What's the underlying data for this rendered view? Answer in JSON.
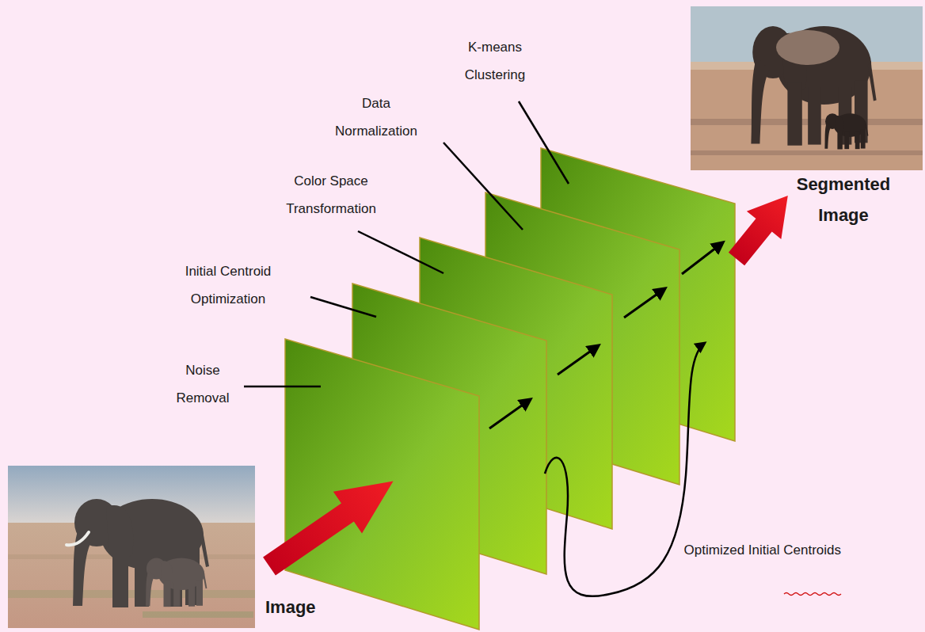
{
  "diagram": {
    "labels": [
      "K-means Clustering",
      "Data Normalization",
      "Color Space Transformation",
      "Initial Centroid Optimization",
      "Noise Removal",
      "Segmented Image",
      "Image",
      "Optimized Initial Centroids"
    ]
  }
}
